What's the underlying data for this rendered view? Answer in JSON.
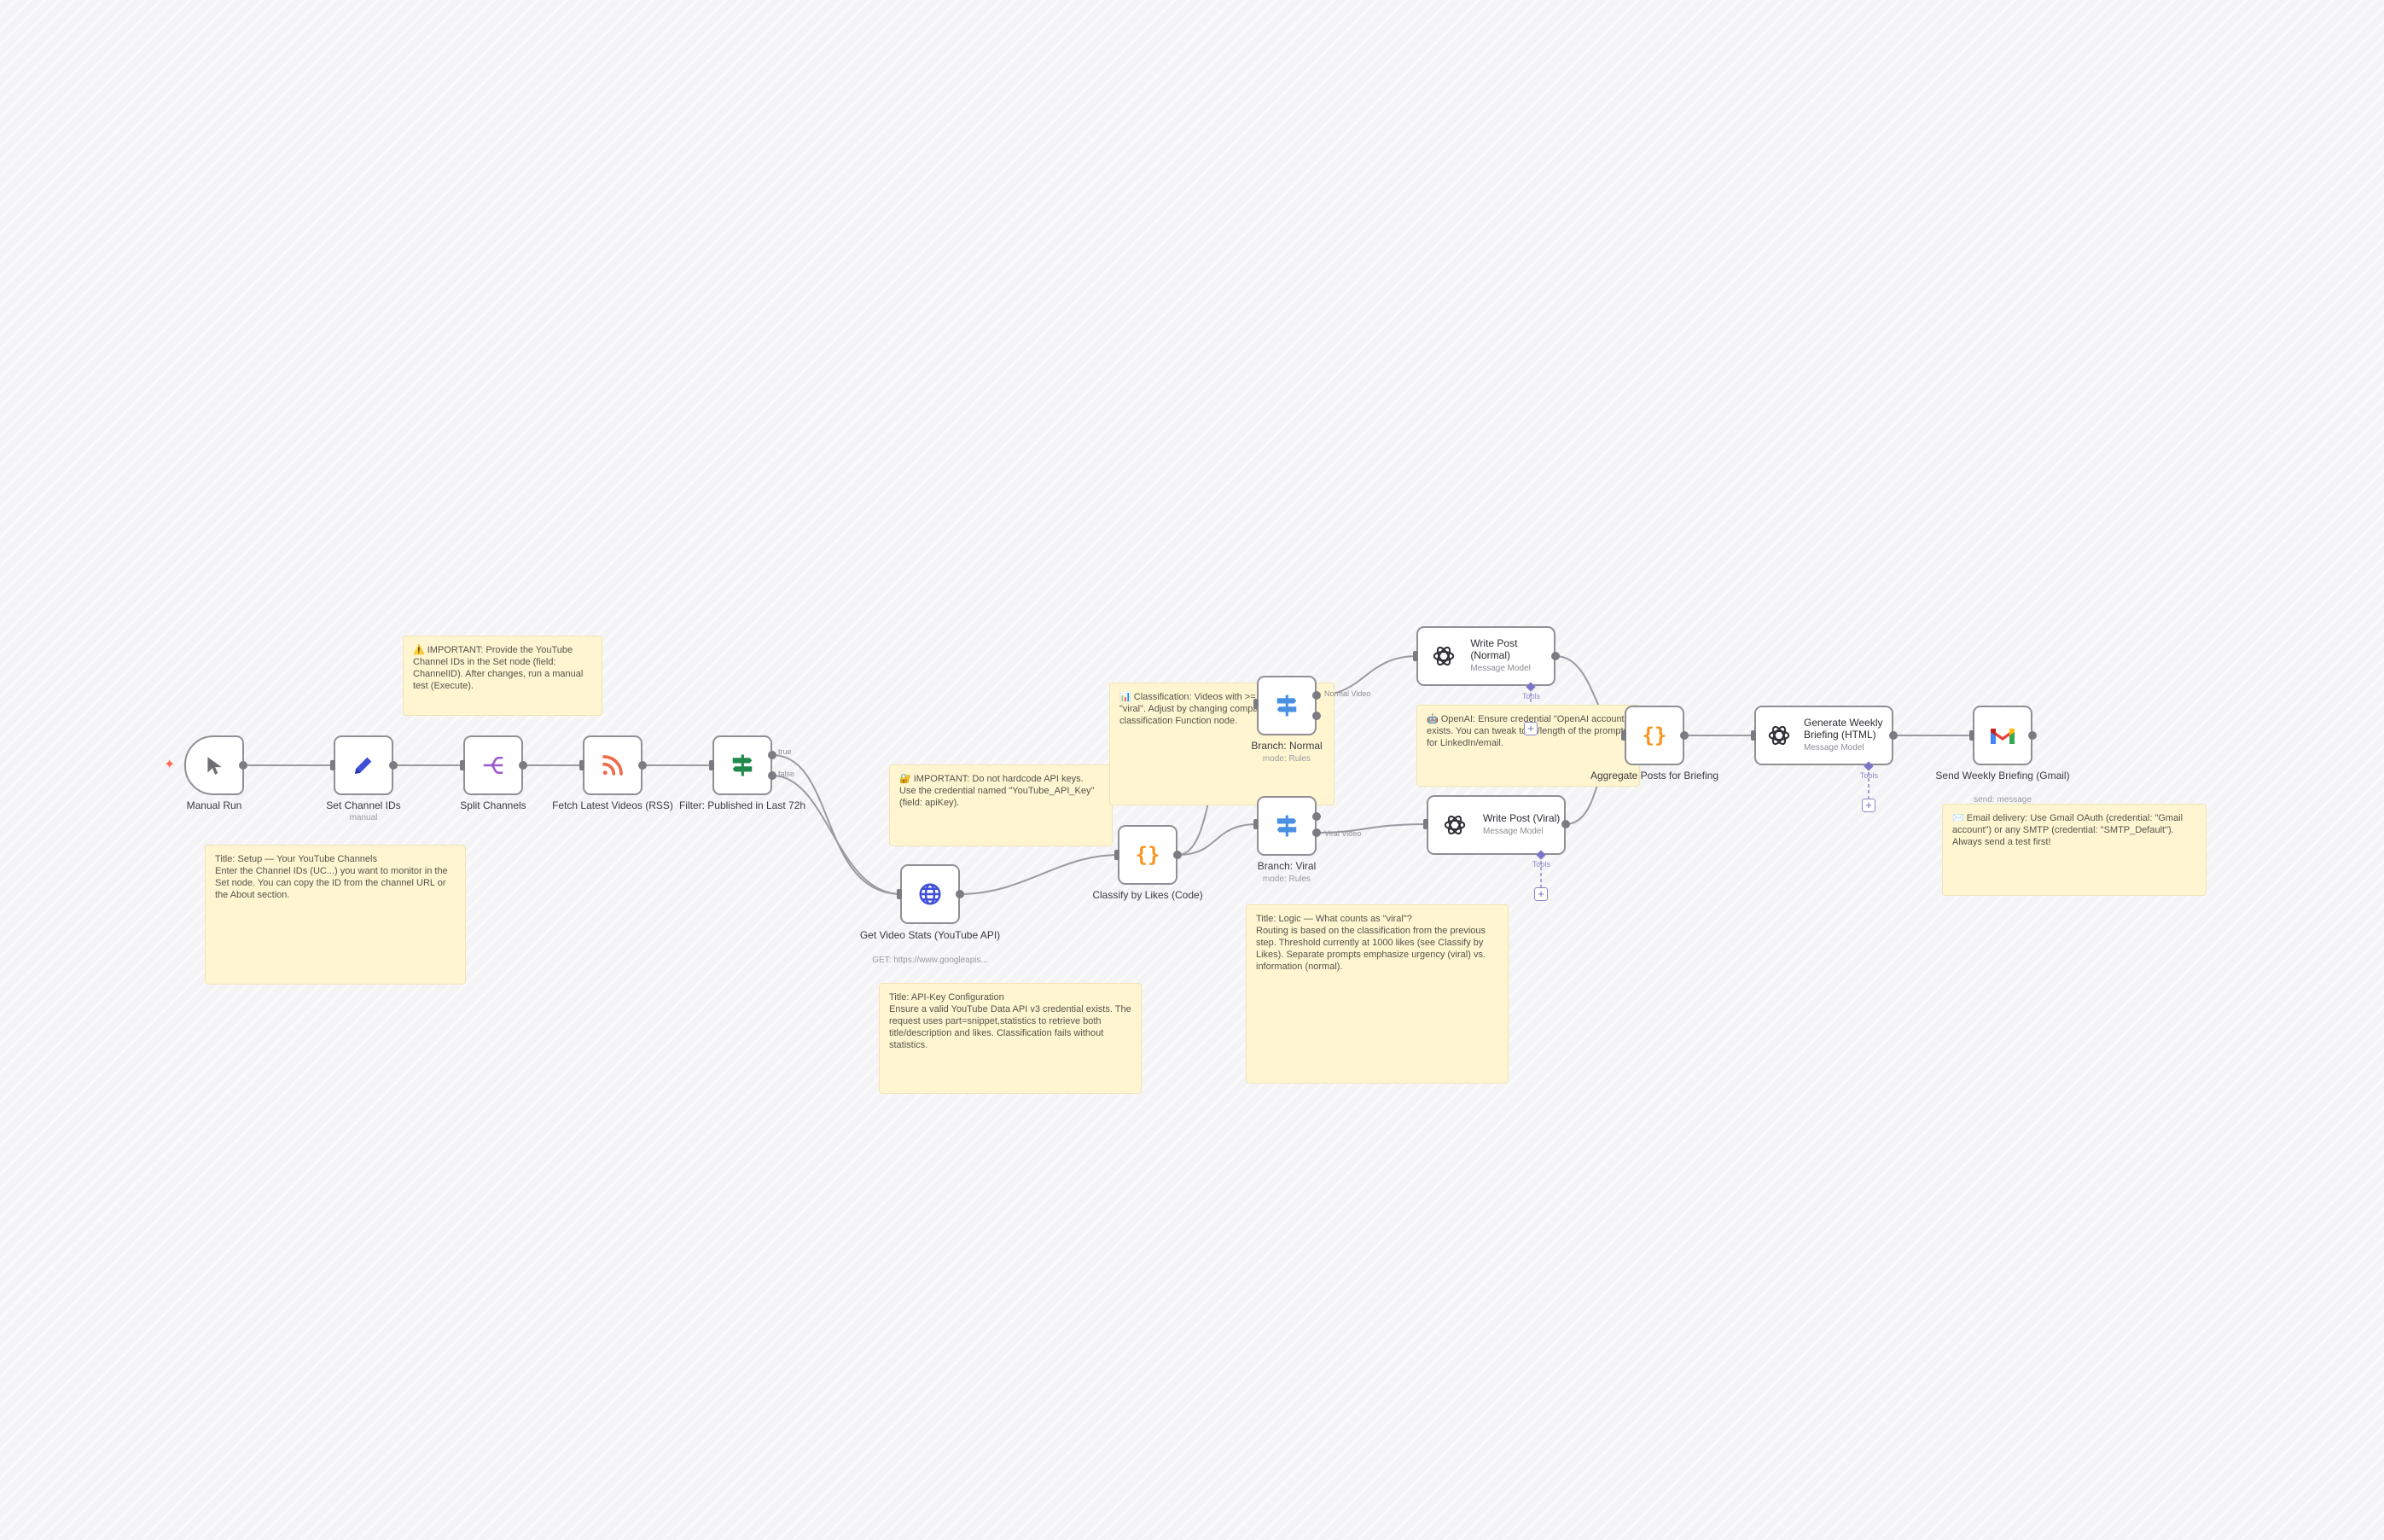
{
  "stickies": [
    {
      "id": "important-channel",
      "title": "⚠️ IMPORTANT: Provide the YouTube Channel IDs in the Set node (field: ChannelID). After changes, run a manual test (Execute).",
      "body": ""
    },
    {
      "id": "setup",
      "title": "Title: Setup — Your YouTube Channels",
      "body": "Enter the Channel IDs (UC...) you want to monitor in the Set node. You can copy the ID from the channel URL or the About section."
    },
    {
      "id": "api-key-important",
      "title": "🔐 IMPORTANT: Do not hardcode API keys. Use the credential named \"YouTube_API_Key\" (field: apiKey).",
      "body": ""
    },
    {
      "id": "api-key-config",
      "title": "Title: API-Key Configuration",
      "body": "Ensure a valid YouTube Data API v3 credential exists. The request uses part=snippet,statistics to retrieve both title/description and likes. Classification fails without statistics."
    },
    {
      "id": "classification",
      "title": "📊 Classification: Videos with >= 1000 likes are \"viral\". Adjust by changing comparisons in the classification Function node.",
      "body": ""
    },
    {
      "id": "logic",
      "title": "Title: Logic — What counts as \"viral\"?",
      "body": "Routing is based on the classification from the previous step. Threshold currently at 1000 likes (see Classify by Likes). Separate prompts emphasize urgency (viral) vs. information (normal)."
    },
    {
      "id": "openai",
      "title": "🤖 OpenAI: Ensure credential \"OpenAI account\" exists. You can tweak tone/length of the prompts for LinkedIn/email.",
      "body": ""
    },
    {
      "id": "email",
      "title": "✉️ Email delivery: Use Gmail OAuth (credential: \"Gmail account\") or any SMTP (credential: \"SMTP_Default\"). Always send a test first!",
      "body": ""
    }
  ],
  "nodes": [
    {
      "id": "manual-run",
      "name": "Manual Run",
      "sub": "",
      "icon": "cursor-icon"
    },
    {
      "id": "set-channel-ids",
      "name": "Set Channel IDs",
      "sub": "manual",
      "icon": "pencil-icon"
    },
    {
      "id": "split-channels",
      "name": "Split Channels",
      "sub": "",
      "icon": "split-icon"
    },
    {
      "id": "fetch-latest-videos",
      "name": "Fetch Latest Videos (RSS)",
      "sub": "",
      "icon": "rss-icon"
    },
    {
      "id": "filter-published",
      "name": "Filter: Published in Last 72h",
      "sub": "",
      "icon": "filter-icon"
    },
    {
      "id": "get-video-stats",
      "name": "Get Video Stats (YouTube API)",
      "sub": "GET: https://www.googleapis...",
      "icon": "globe-icon"
    },
    {
      "id": "classify-by-likes",
      "name": "Classify by Likes (Code)",
      "sub": "",
      "icon": "code-icon"
    },
    {
      "id": "branch-normal",
      "name": "Branch: Normal",
      "sub": "mode: Rules",
      "icon": "switch-icon"
    },
    {
      "id": "branch-viral",
      "name": "Branch: Viral",
      "sub": "mode: Rules",
      "icon": "switch-icon"
    },
    {
      "id": "write-post-normal",
      "name": "Write Post (Normal)",
      "sub": "Message Model",
      "icon": "openai-icon"
    },
    {
      "id": "write-post-viral",
      "name": "Write Post (Viral)",
      "sub": "Message Model",
      "icon": "openai-icon"
    },
    {
      "id": "aggregate-posts",
      "name": "Aggregate Posts for Briefing",
      "sub": "",
      "icon": "code-icon"
    },
    {
      "id": "generate-briefing",
      "name": "Generate Weekly Briefing (HTML)",
      "sub": "Message Model",
      "icon": "openai-icon"
    },
    {
      "id": "send-briefing",
      "name": "Send Weekly Briefing (Gmail)",
      "sub": "send: message",
      "icon": "gmail-icon"
    }
  ],
  "edge_labels": {
    "filter_true": "true",
    "filter_false": "false",
    "normal_video": "Normal Video",
    "viral_video": "Viral Video"
  },
  "port_labels": {
    "tools": "Tools"
  },
  "colors": {
    "canvas": "#f4f4f7",
    "sticky": "#fff6d1",
    "node_border": "#8f8f95",
    "edge": "#8e8e94",
    "purple": "#7b5cd6",
    "orange": "#f7941d",
    "green": "#1f8a4c",
    "blue": "#4a90e2",
    "rss": "#ee6d4d"
  }
}
